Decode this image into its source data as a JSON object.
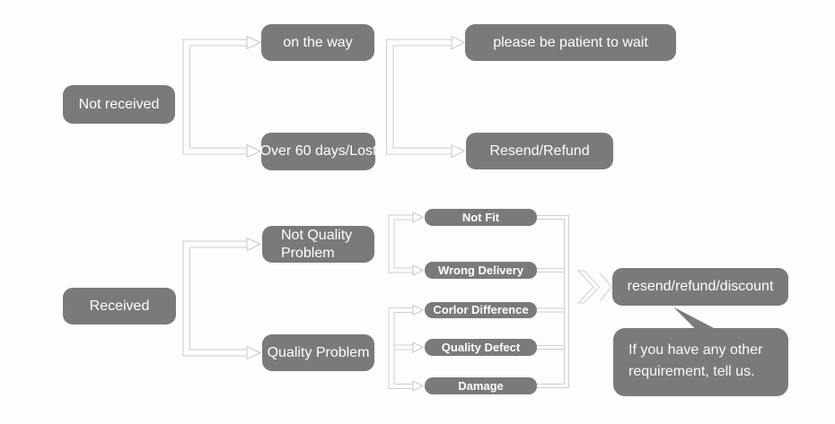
{
  "palette": {
    "node_gray": "#7a7a7d",
    "line_gray": "#cfcfcf",
    "text_white": "#ffffff",
    "background": "#fdfdfd"
  },
  "nodes": {
    "not_received": "Not received",
    "on_the_way": "on the way",
    "over_60": "Over 60 days/Lost",
    "be_patient": "please be patient to wait",
    "resend_refund": "Resend/Refund",
    "received": "Received",
    "not_quality_line1": "Not Quality",
    "not_quality_line2": "Problem",
    "quality_problem": "Quality Problem",
    "not_fit": "Not Fit",
    "wrong_delivery": "Wrong Delivery",
    "corlor_difference": "Corlor Difference",
    "quality_defect": "Quality Defect",
    "damage": "Damage",
    "resolution": "resend/refund/discount",
    "note_line1": "If you have any other",
    "note_line2": "requirement, tell us."
  }
}
